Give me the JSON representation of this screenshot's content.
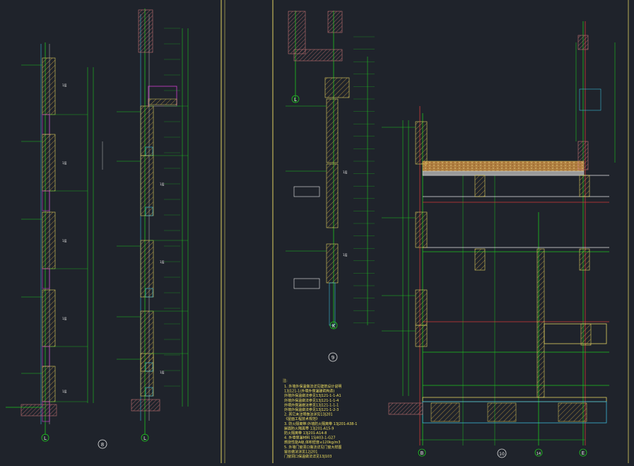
{
  "drawing": {
    "background": "#1f232b",
    "colors": {
      "green": "#1fc41f",
      "red": "#d23a3a",
      "yellow": "#e0d060",
      "cyan": "#3ab8d8",
      "magenta": "#d040d0",
      "white": "#e8e8e8",
      "hatch": "#c07070"
    },
    "grid_labels": [
      "L",
      "L",
      "L",
      "K",
      "B",
      "14",
      "E"
    ],
    "section_tags": [
      "8",
      "9",
      "10"
    ],
    "room_labels": [
      "1层",
      "1层",
      "1层",
      "1层",
      "1层",
      "1层",
      "1层",
      "1层",
      "1层",
      "1层"
    ],
    "notes_title": "注:",
    "notes_lines": [
      "1. 外墙外保温做法详见建筑设计说明",
      "   13J121-1(外墙外保温建筑构造)",
      "   外墙外保温做法参见13J121-1-1-A1",
      "   外墙外保温做法参见13J121-1-1-4",
      "   外墙外保温做法参见13J121-1-1-1",
      "   外墙外保温做法参见13J121-1-2-3",
      "2. 其它未注明做法详见13J201",
      "   《屋面工程技术规范》",
      "3. 防火隔离带:外墙防火隔离带 13J201-A38-1",
      "   屋面防火隔离带 13J201-A15-9",
      "   防火隔离带 13J201-A14-8",
      "4. 外墙保温材料 15J403-1-G27",
      "   燃烧性能A级,体积密度≤120kg/m3",
      "5. 外墙门窗洞口做法详见门窗大样图",
      "   窗台做法详见12J201",
      "   门窗洞口保温做法详见13J103"
    ]
  }
}
